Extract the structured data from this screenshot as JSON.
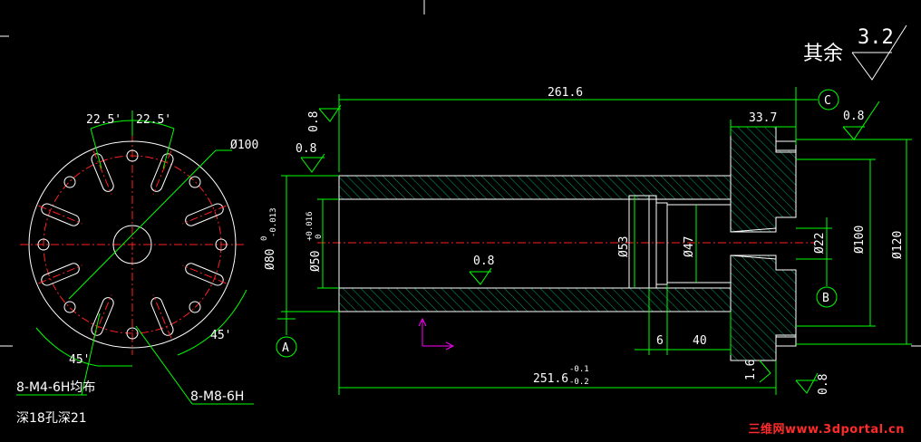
{
  "drawing": {
    "surface_note_prefix": "其余",
    "surface_note_value": "3.2",
    "roughness_08": "0.8",
    "datum_a": "A",
    "datum_b": "B",
    "datum_c": "C",
    "dim_total_top": "261.6",
    "dim_right_step": "33.7",
    "dim_bottom_length": "251.6",
    "tol_bottom_upper": "-0.1",
    "tol_bottom_lower": "-0.2",
    "dim_6": "6",
    "dim_40": "40",
    "dim_1_6": "1.6",
    "dia_80": "Ø80",
    "tol_80_upper": "0",
    "tol_80_lower": "-0.013",
    "dia_50": "Ø50",
    "tol_50_upper": "+0.016",
    "tol_50_lower": "0",
    "dia_53": "Ø53",
    "dia_47": "Ø47",
    "dia_22": "Ø22",
    "dia_100_side": "Ø100",
    "dia_120": "Ø120",
    "dia_100_front": "Ø100",
    "angle_225_left": "22.5'",
    "angle_225_right": "22.5'",
    "angle_45_left": "45'",
    "angle_45_right": "45'",
    "note_m4": "8-M4-6H均布",
    "note_m4_depth": "深18孔深21",
    "note_m8": "8-M8-6H"
  },
  "watermark": "三维网www.3dportal.cn",
  "colors": {
    "background": "#000000",
    "outline": "#ffffff",
    "dimension": "#00ff00",
    "centerline": "#ff2020",
    "ucs": "#ff00ff",
    "watermark": "#ff2a2a"
  }
}
